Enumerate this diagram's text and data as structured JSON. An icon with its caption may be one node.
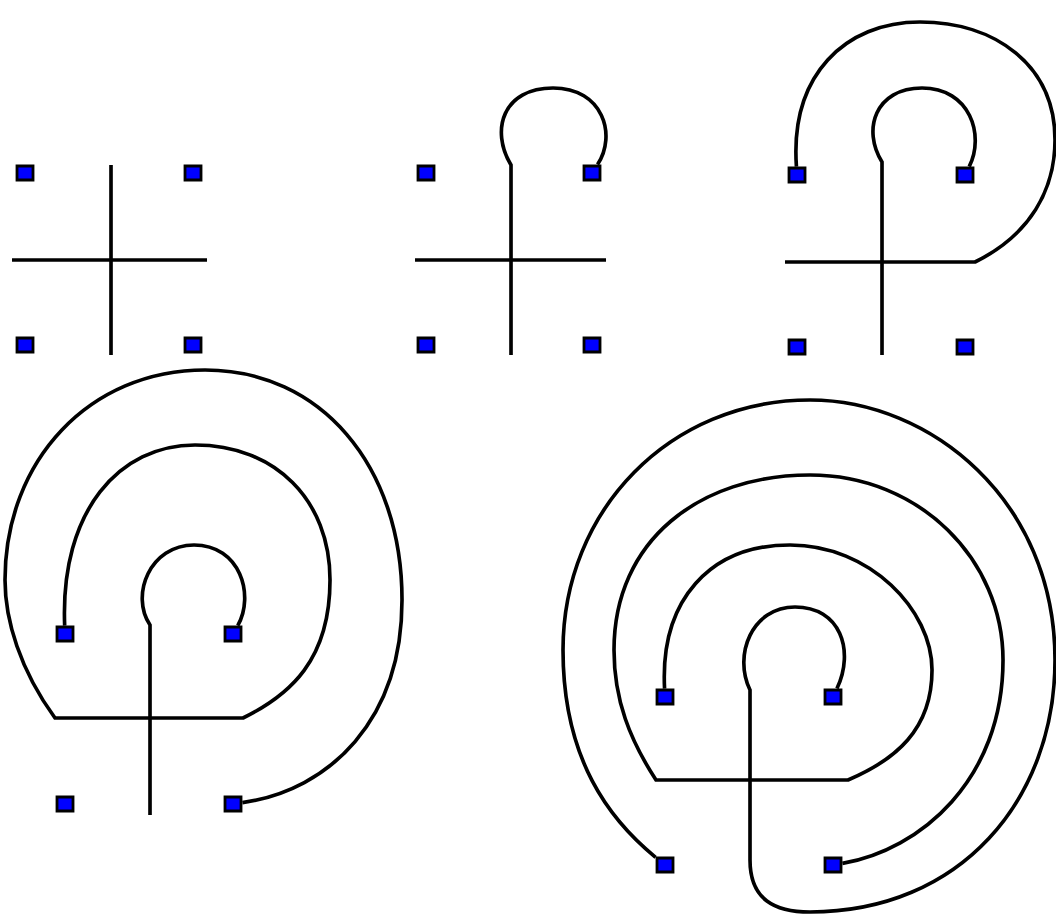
{
  "diagram": {
    "nodes": [
      {
        "text": [],
        "shape": "box"
      },
      {
        "text": [],
        "shape": "box"
      },
      {
        "text": [],
        "shape": "box"
      },
      {
        "text": [],
        "shape": "box"
      },
      {
        "text": [],
        "shape": "box"
      },
      {
        "text": [],
        "shape": "box"
      },
      {
        "text": [],
        "shape": "box"
      },
      {
        "text": [],
        "shape": "box"
      },
      {
        "text": [],
        "shape": "box"
      },
      {
        "text": [],
        "shape": "box"
      },
      {
        "text": [],
        "shape": "box"
      },
      {
        "text": [],
        "shape": "box"
      },
      {
        "text": [],
        "shape": "box"
      },
      {
        "text": [],
        "shape": "box"
      },
      {
        "text": [],
        "shape": "box"
      },
      {
        "text": [],
        "shape": "box"
      },
      {
        "text": [],
        "shape": "box"
      },
      {
        "text": [],
        "shape": "box"
      },
      {
        "text": [],
        "shape": "box"
      },
      {
        "text": [],
        "shape": "box"
      }
    ],
    "edges": [
      {
        "from": null,
        "to": 5,
        "arrow": "none"
      },
      {
        "from": null,
        "to": 9,
        "arrow": "none"
      },
      {
        "from": null,
        "to": 8,
        "arrow": "none"
      },
      {
        "from": null,
        "to": 13,
        "arrow": "none"
      },
      {
        "from": 12,
        "to": 15,
        "arrow": "none"
      },
      {
        "from": 17,
        "to": 18,
        "arrow": "none"
      },
      {
        "from": 16,
        "to": 19,
        "arrow": "none"
      }
    ]
  }
}
